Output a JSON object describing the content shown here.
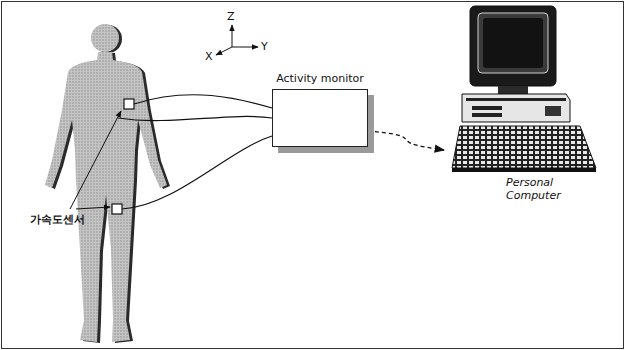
{
  "diagram": {
    "nodes": [
      {
        "text": [
          "Activity monitor"
        ]
      },
      {
        "text": [
          "Personal Computer"
        ]
      }
    ],
    "edges": [
      {
        "from": 0,
        "to": 1,
        "arrow": "to"
      }
    ],
    "labels": [
      "Z",
      "X",
      "Y",
      "가속도센서"
    ]
  }
}
